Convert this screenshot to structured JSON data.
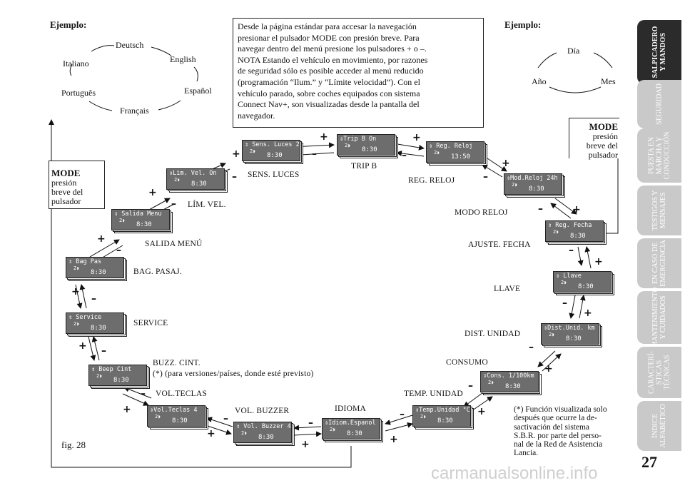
{
  "left_example": {
    "title": "Ejemplo:",
    "languages": [
      "Deutsch",
      "English",
      "Español",
      "Français",
      "Português",
      "Italiano"
    ]
  },
  "right_example": {
    "title": "Ejemplo:",
    "items": [
      "Día",
      "Mes",
      "Año"
    ]
  },
  "intro_text": [
    "Desde la página estándar para accesar la navegación",
    "presionar el pulsador MODE con presión breve. Para",
    "navegar dentro del menú presione los pulsadores + o –.",
    "NOTA Estando el vehículo en movimiento, por razones",
    "de seguridad sólo es posible acceder al menú reducido",
    "(programación “Ilum.” y “Límite velocidad”). Con el",
    "vehículo parado, sobre coches equipados con sistema",
    "Connect Nav+, son visualizadas desde la pantalla del",
    "navegador."
  ],
  "mode_left": {
    "title": "MODE",
    "lines": [
      "presión",
      "breve del",
      "pulsador"
    ]
  },
  "mode_right": {
    "title": "MODE",
    "lines": [
      "presión",
      "breve del",
      "pulsador"
    ]
  },
  "screens": [
    {
      "label": "TRIP B",
      "line1": "Trip B      On",
      "time": "8:30"
    },
    {
      "label": "REG. RELOJ",
      "line1": "  Reg. Reloj",
      "time": "13:50"
    },
    {
      "label": "MODO RELOJ",
      "line1": "Mod.Reloj 24h",
      "time": "8:30"
    },
    {
      "label": "AJUSTE. FECHA",
      "line1": "  Reg. Fecha",
      "time": "8:30"
    },
    {
      "label": "LLAVE",
      "line1": "    Llave",
      "time": "8:30"
    },
    {
      "label": "DIST. UNIDAD",
      "line1": "Dist.Unid. km",
      "time": "8:30"
    },
    {
      "label": "CONSUMO",
      "line1": "Cons. 1/100km",
      "time": "8:30"
    },
    {
      "label": "TEMP. UNIDAD",
      "line1": "Temp.Unidad °C",
      "time": "8:30"
    },
    {
      "label": "IDIOMA",
      "line1": "Idiom.Espanol",
      "time": "8:30"
    },
    {
      "label": "VOL. BUZZER",
      "line1": " Vol. Buzzer 4",
      "time": "8:30"
    },
    {
      "label": "VOL.TECLAS",
      "line1": "Vol.Teclas 4",
      "time": "8:30"
    },
    {
      "label": "BUZZ. CINT.",
      "line1": "  Beep Cint",
      "time": "8:30"
    },
    {
      "label": "SERVICE",
      "line1": "  Service",
      "time": "8:30"
    },
    {
      "label": "BAG. PASAJ.",
      "line1": "  Bag Pas",
      "time": "8:30"
    },
    {
      "label": "SALIDA MENÚ",
      "line1": " Salida Menu",
      "time": "8:30"
    },
    {
      "label": "LÍM. VEL.",
      "line1": "Lim. Vel.  On",
      "time": "8:30"
    },
    {
      "label": "SENS. LUCES",
      "line1": " Sens. Luces  2",
      "time": "8:30"
    }
  ],
  "buzz_note": "(*) (para versiones/países, donde esté previsto)",
  "footnote": [
    "(*) Función visualizada solo",
    "después que ocurre la de-",
    "sactivación del sistema",
    "S.B.R. por parte del perso-",
    "nal de la Red de Asistencia",
    "Lancia."
  ],
  "fig_label": "fig. 28",
  "page_number": "27",
  "watermark": "carmanualsonline.info",
  "tabs": [
    "SALPICADERO\nY MANDOS",
    "SEGURIDAD",
    "PUESTA EN\nMARCHA Y\nCONDUCCIÓN",
    "TESTIGOS Y\nMENSAJES",
    "EN CASO DE\nEMERGENCIA",
    "MANTENIMIENTO\nY CUIDADOS",
    "CARACTERÍ-\nSTICAS\nTÉCNICAS",
    "ÍNDICE\nALFABÉTICO"
  ],
  "symbols": {
    "plus": "+",
    "minus": "–"
  }
}
